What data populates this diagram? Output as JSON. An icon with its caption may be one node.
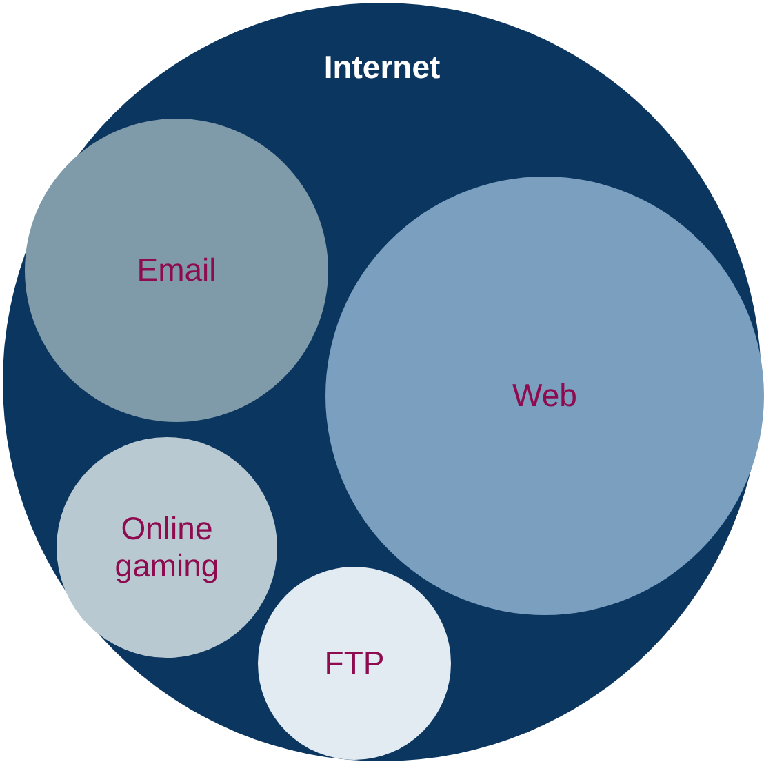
{
  "diagram": {
    "nodes": [
      {
        "text": [
          "Internet"
        ]
      },
      {
        "text": [
          "Email"
        ],
        "in": 0
      },
      {
        "text": [
          "Web"
        ],
        "in": 0
      },
      {
        "text": [
          "Online gaming"
        ],
        "in": 0
      },
      {
        "text": [
          "FTP"
        ],
        "in": 0
      }
    ]
  }
}
